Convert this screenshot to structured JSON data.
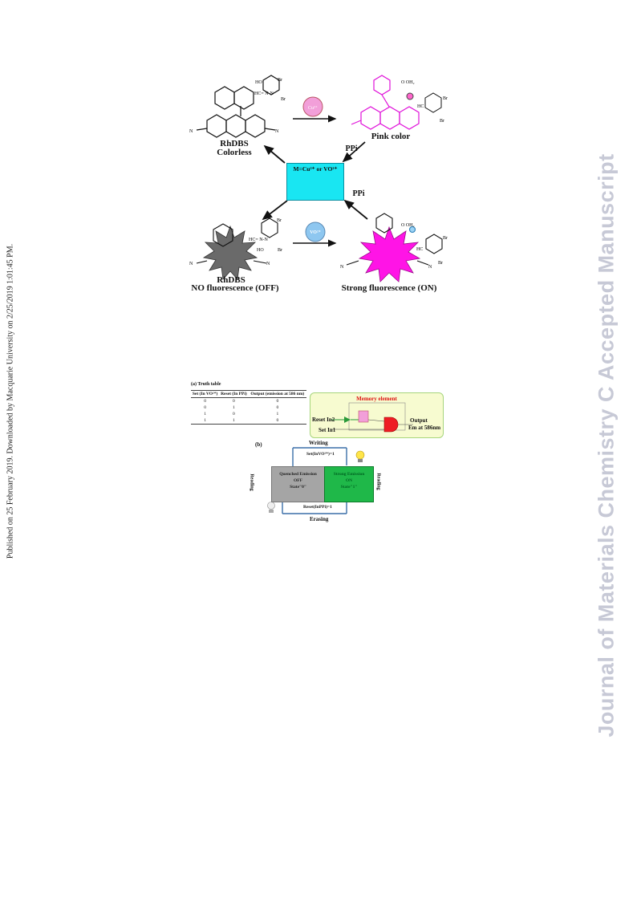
{
  "sidebar_text": "Published on 25 February 2019. Downloaded by Macquarie University on 2/25/2019 1:01:45 PM.",
  "watermark": "Journal of Materials Chemistry C Accepted Manuscript",
  "scheme": {
    "top_left_name": "RhDBS",
    "top_left_state": "Colorless",
    "top_right_state": "Pink color",
    "center_label": "M=Cu²⁺ or VO²⁺",
    "arrow_top_right_label": "PPi",
    "arrow_bottom_right_label": "PPi",
    "arrow_bottom_label": "VO²⁺",
    "bottom_left_name": "RhDBS",
    "bottom_left_state": "NO fluorescence (OFF)",
    "bottom_right_state": "Strong fluorescence (ON)"
  },
  "truth_table": {
    "title": "(a) Truth table",
    "headers": [
      "Set (In VO²⁺)",
      "Reset (In PPi)",
      "Output (emission at 586 nm)"
    ],
    "rows": [
      [
        "0",
        "0",
        "0"
      ],
      [
        "0",
        "1",
        "0"
      ],
      [
        "1",
        "0",
        "1"
      ],
      [
        "1",
        "1",
        "0"
      ]
    ]
  },
  "memory": {
    "title": "Memory element",
    "reset_label": "Reset In2",
    "set_label": "Set In1",
    "output_label": "Output",
    "em_label": "Em at 586nm"
  },
  "panel_b": {
    "label": "(b)",
    "writing": "Writing",
    "set_label": "Set(InVO²⁺)=1",
    "off_lines": [
      "Quenched Emission",
      "OFF",
      "State\"0\""
    ],
    "on_lines": [
      "Strong Emission",
      "ON",
      "State\"1\""
    ],
    "reset_label": "Reset(InPPi)=1",
    "erasing": "Erasing",
    "reading_left": "Reading",
    "reading_right": "Reading"
  }
}
